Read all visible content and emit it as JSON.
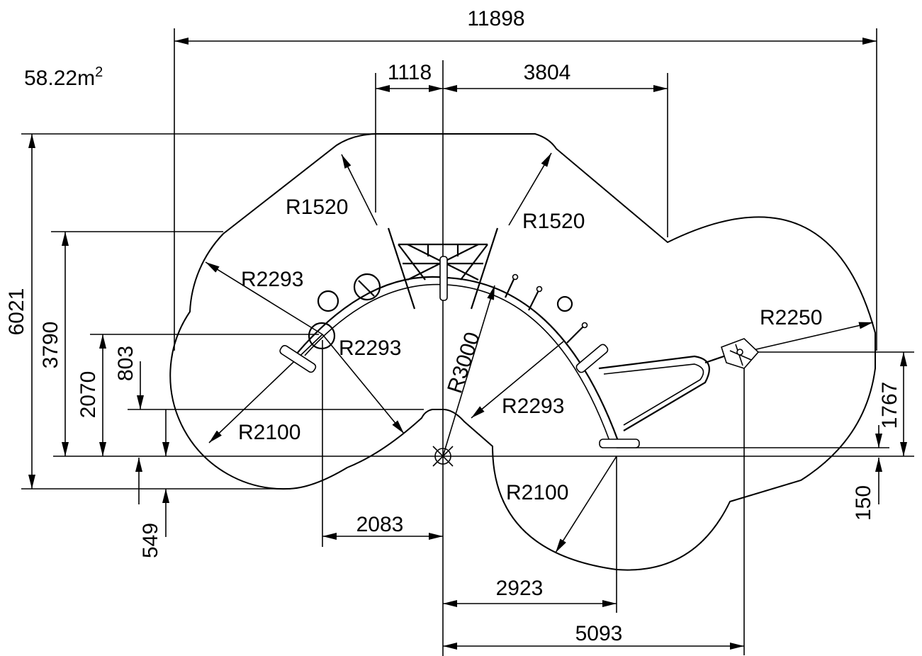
{
  "area": {
    "value": "58.22m",
    "sup": "2"
  },
  "dimensions": {
    "overall_width": "11898",
    "top_left_offset": "1118",
    "top_right_offset": "3804",
    "overall_height": "6021",
    "left_height_1": "3790",
    "left_height_2": "2070",
    "left_height_3": "803",
    "left_bottom": "549",
    "bottom_left": "2083",
    "bottom_mid": "2923",
    "bottom_right": "5093",
    "right_height": "1767",
    "right_bottom": "150"
  },
  "radii": {
    "r1520_left": "R1520",
    "r1520_right": "R1520",
    "r2293_upper": "R2293",
    "r2293_lower": "R2293",
    "r3000": "R3000",
    "r2293_center": "R2293",
    "r2100_left": "R2100",
    "r2100_bottom": "R2100",
    "r2250": "R2250"
  }
}
